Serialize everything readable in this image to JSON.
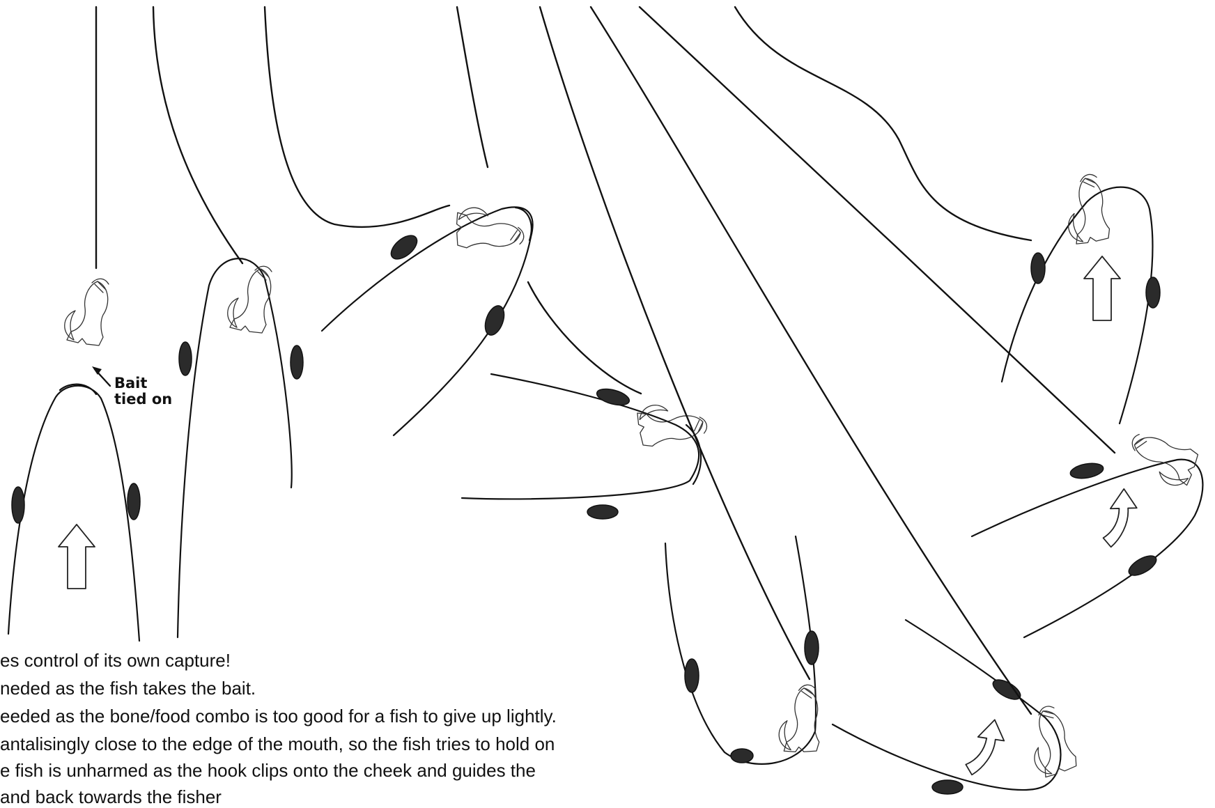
{
  "callout": {
    "line1": "Bait",
    "line2": "tied on"
  },
  "captions": [
    "es control of its own capture!",
    "neded as the fish takes the bait.",
    "eeded as the bone/food combo is too good for a fish to give up lightly.",
    "antalisingly close to the edge of the mouth, so the fish tries to hold on",
    "e fish is unharmed as the hook clips onto the cheek and guides the",
    " and back towards the fisher"
  ],
  "icons": [
    "fish-head",
    "bone-bait",
    "fishing-line",
    "up-arrow",
    "curved-arrow"
  ]
}
